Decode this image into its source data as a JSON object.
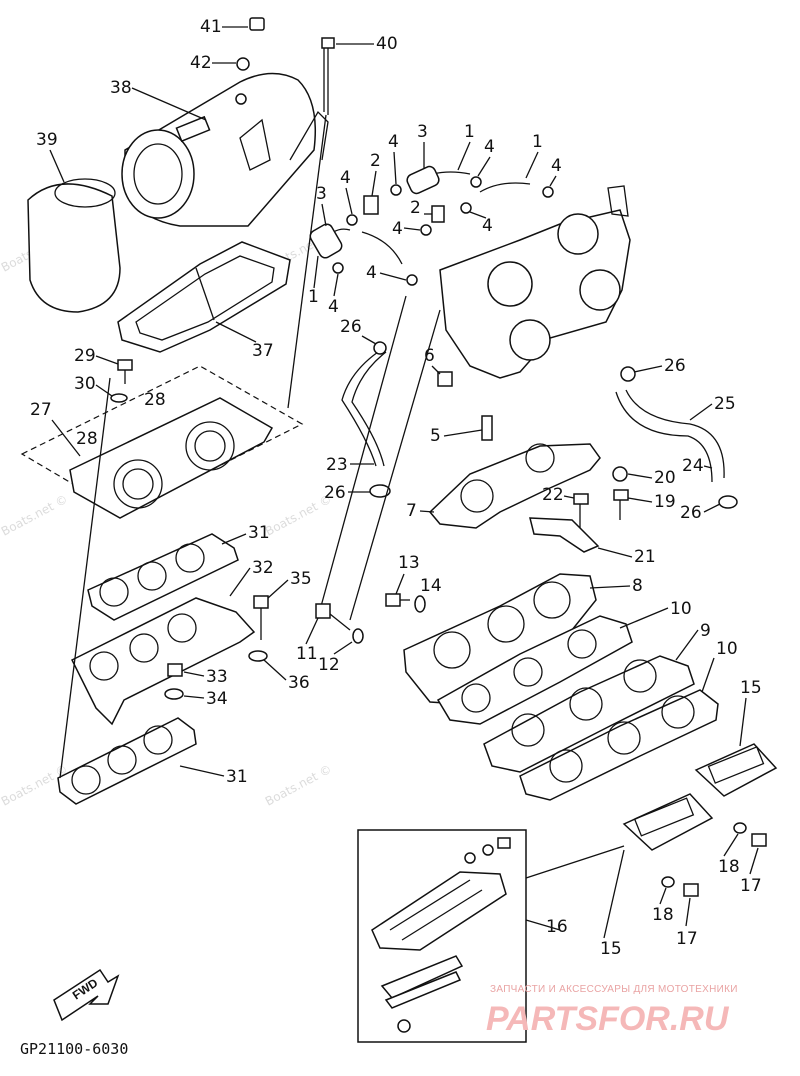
{
  "diagram_code": "GP21100-6030",
  "fwd_label": "FWD",
  "watermarks": [
    "Boats.net ©",
    "Boats.net ©",
    "Boats.net ©",
    "Boats.net ©",
    "Boats.net ©",
    "Boats.net ©"
  ],
  "brand": {
    "tagline": "ЗАПЧАСТИ И АКСЕССУАРЫ ДЛЯ МОТОТЕХНИКИ",
    "logo": "PARTSFOR.RU"
  },
  "callouts": {
    "c41": "41",
    "c42": "42",
    "c40": "40",
    "c38": "38",
    "c39": "39",
    "c37": "37",
    "c29": "29",
    "c30": "30",
    "c28a": "28",
    "c27": "27",
    "c28b": "28",
    "c31a": "31",
    "c32": "32",
    "c35": "35",
    "c36": "36",
    "c33": "33",
    "c34": "34",
    "c31b": "31",
    "c3a": "3",
    "c1a": "1",
    "c4a": "4",
    "c4b": "4",
    "c1b": "1",
    "c4c": "4",
    "c2a": "2",
    "c3b": "3",
    "c4d": "4",
    "c4e": "4",
    "c2b": "2",
    "c4f": "4",
    "c4g": "4",
    "c1c": "1",
    "c4h": "4",
    "c26a": "26",
    "c6": "6",
    "c26b": "26",
    "c25": "25",
    "c5": "5",
    "c23": "23",
    "c26c": "26",
    "c20": "20",
    "c24": "24",
    "c22": "22",
    "c19": "19",
    "c7": "7",
    "c26d": "26",
    "c21": "21",
    "c13": "13",
    "c14": "14",
    "c8": "8",
    "c11": "11",
    "c12": "12",
    "c10a": "10",
    "c9": "9",
    "c10b": "10",
    "c15a": "15",
    "c18a": "18",
    "c17a": "17",
    "c18b": "18",
    "c17b": "17",
    "c16": "16",
    "c15b": "15"
  }
}
